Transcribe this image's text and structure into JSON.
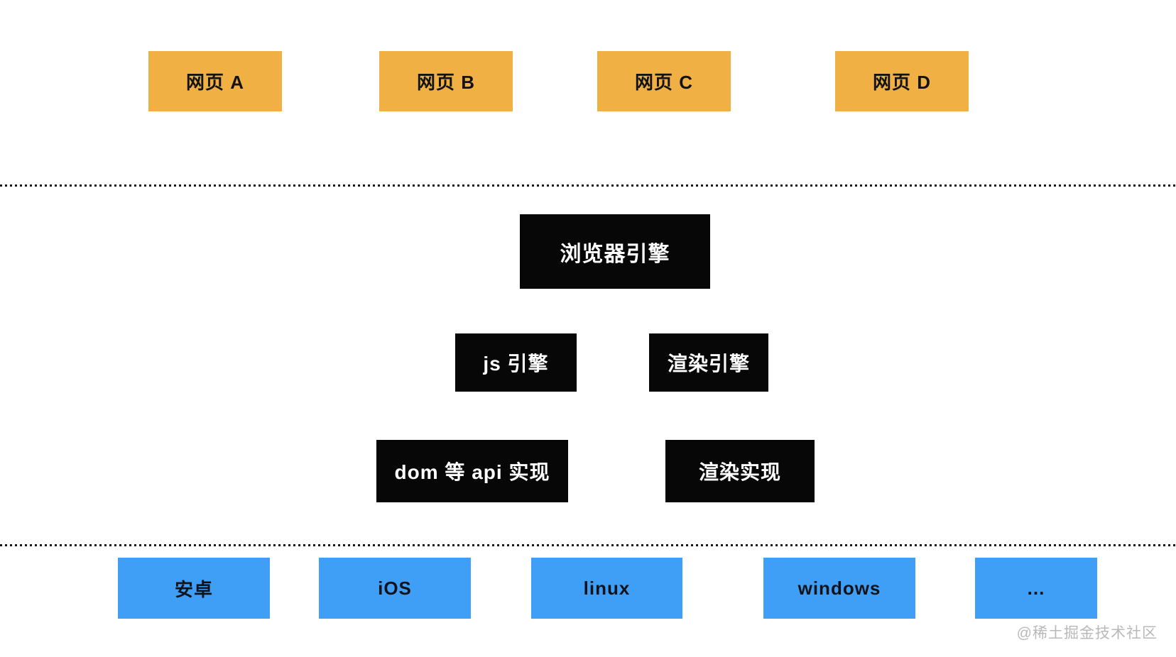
{
  "colors": {
    "page_background": "#ffffff",
    "web_box_fill": "#f0b043",
    "web_box_text": "#131313",
    "engine_box_fill": "#070707",
    "engine_box_text": "#ffffff",
    "os_box_fill": "#3f9ef6",
    "os_box_text": "#10131a",
    "divider_dots": "#151515",
    "watermark_text": "#b9b9b9"
  },
  "web_layer": {
    "boxes": [
      {
        "label": "网页 A"
      },
      {
        "label": "网页 B"
      },
      {
        "label": "网页 C"
      },
      {
        "label": "网页 D"
      }
    ]
  },
  "engine_layer": {
    "browser_engine": {
      "label": "浏览器引擎"
    },
    "js_engine": {
      "label": "js 引擎"
    },
    "render_engine": {
      "label": "渲染引擎"
    },
    "dom_api_impl": {
      "label": "dom 等 api 实现"
    },
    "render_impl": {
      "label": "渲染实现"
    }
  },
  "os_layer": {
    "boxes": [
      {
        "label": "安卓"
      },
      {
        "label": "iOS"
      },
      {
        "label": "linux"
      },
      {
        "label": "windows"
      },
      {
        "label": "..."
      }
    ]
  },
  "watermark": {
    "text": "@稀土掘金技术社区"
  }
}
